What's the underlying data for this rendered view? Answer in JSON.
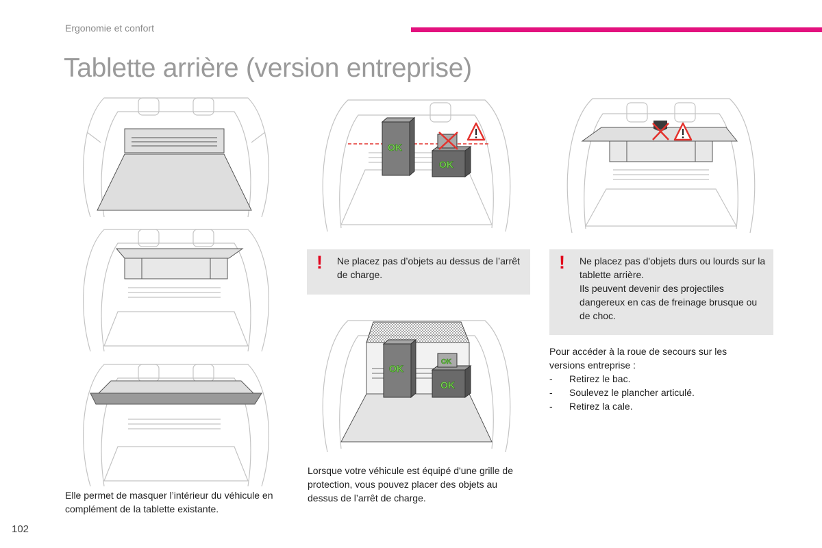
{
  "header": {
    "section": "Ergonomie et confort",
    "accent_color": "#e3117e"
  },
  "title": "Tablette arrière (version entreprise)",
  "figures": {
    "ok_label": "OK"
  },
  "warnings": {
    "w1": "Ne placez pas d’objets au dessus de l’arrêt de charge.",
    "w2_line1": "Ne placez pas d'objets durs ou lourds sur la tablette arrière.",
    "w2_line2": "Ils peuvent devenir des projectiles dangereux en cas de freinage brusque ou de choc.",
    "mark": "!"
  },
  "text": {
    "left_caption": "Elle permet de masquer l’intérieur du véhicule en complément de la tablette existante.",
    "grille_caption": "Lorsque votre véhicule est équipé d'une grille de protection, vous pouvez placer des objets au dessus de l’arrêt de charge.",
    "spare_intro": "Pour accéder à la roue de secours sur les versions entreprise :",
    "spare_steps": [
      "Retirez le bac.",
      "Soulevez le plancher articulé.",
      "Retirez la cale."
    ],
    "dash": "-"
  },
  "page_number": "102"
}
